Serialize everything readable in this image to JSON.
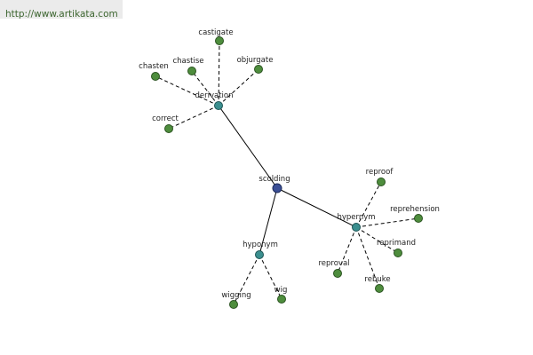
{
  "banner": {
    "url_text": "http://www.artikata.com"
  },
  "graph": {
    "root": "scolding",
    "relations": [
      {
        "id": "derivation",
        "label": "derivation",
        "words": [
          "castigate",
          "chastise",
          "chasten",
          "objurgate",
          "correct"
        ]
      },
      {
        "id": "hypernym",
        "label": "hypernym",
        "words": [
          "reproof",
          "reprehension",
          "reprimand",
          "reproval",
          "rebuke"
        ]
      },
      {
        "id": "hyponym",
        "label": "hyponym",
        "words": [
          "wigging",
          "wig"
        ]
      }
    ]
  },
  "colors": {
    "root_node": "#3b4f96",
    "relation_node": "#3b8f8f",
    "leaf_node": "#4e8d3d",
    "banner_bg": "#ebebeb",
    "banner_text": "#3d6630"
  }
}
